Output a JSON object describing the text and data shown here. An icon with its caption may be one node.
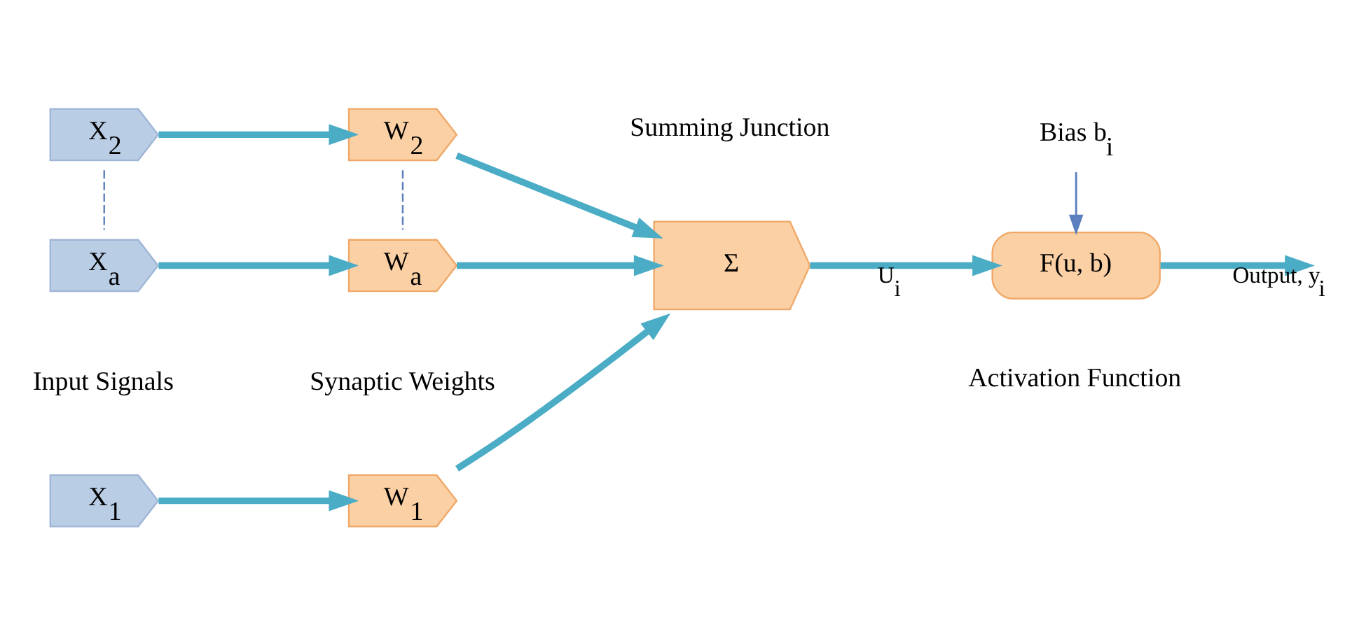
{
  "diagram": {
    "nodes": [
      {
        "text": [
          "X$_{1}$"
        ],
        "beside": [
          "Input Signals"
        ]
      },
      {
        "text": [
          "X$_{2}$"
        ]
      },
      {
        "text": [
          "X$_{a}$"
        ]
      },
      {
        "text": [
          "W$_{1}$"
        ]
      },
      {
        "text": [
          "W$_{2}$"
        ]
      },
      {
        "text": [
          "W$_{a}$"
        ],
        "beside": [
          "Synaptic Weights"
        ]
      },
      {
        "text": [
          "Σ"
        ],
        "beside": [
          "Summing Junction"
        ]
      },
      {
        "text": [
          "F(u, b)"
        ],
        "beside": [
          "Activation Function"
        ]
      },
      {
        "text": [
          "Bias b$_{i}$"
        ]
      }
    ],
    "edges": [
      {
        "from": 0,
        "to": 3,
        "arrow": "to"
      },
      {
        "from": 1,
        "to": 4,
        "arrow": "to"
      },
      {
        "from": 2,
        "to": 5,
        "arrow": "to"
      },
      {
        "from": 3,
        "to": 6,
        "arrow": "to"
      },
      {
        "from": 4,
        "to": 6,
        "arrow": "to"
      },
      {
        "from": 5,
        "to": 6,
        "arrow": "to"
      },
      {
        "from": 6,
        "to": 7,
        "arrow": "to",
        "label": "U$_{i}$"
      },
      {
        "from": 8,
        "to": 7,
        "arrow": "to",
        "color": "#5b7fbf"
      },
      {
        "from": 7,
        "to": null,
        "arrow": "to",
        "label": "Output, y$_{i}$"
      },
      {
        "from": 1,
        "to": 2,
        "arrow": "none",
        "style": "dashed",
        "color": "#5b7fbf"
      },
      {
        "from": 4,
        "to": 5,
        "arrow": "none",
        "style": "dashed",
        "color": "#5b7fbf"
      }
    ]
  }
}
